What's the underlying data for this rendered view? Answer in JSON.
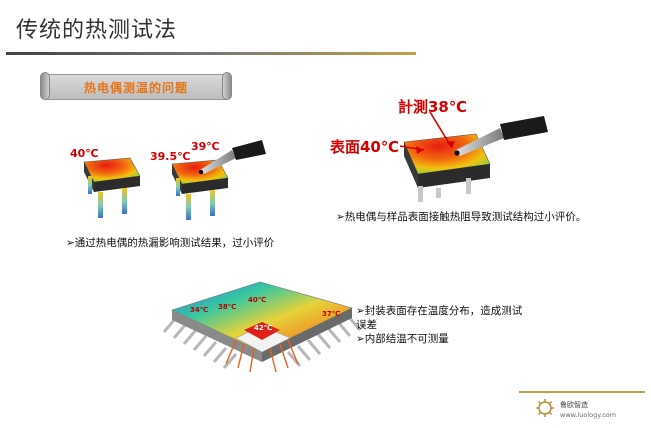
{
  "title": "传统的热测试法",
  "banner": "热电偶测温的问题",
  "left_figure": {
    "chip1_temp": "40℃",
    "chip2_temp1": "39.5℃",
    "chip2_temp2": "39℃"
  },
  "left_note": "➢通过热电偶的热漏影响测试结果，过小评价",
  "right_figure": {
    "measured": "計測38℃",
    "surface": "表面40℃"
  },
  "right_note": "➢热电偶与样品表面接触热阻导致测试结构过小评价。",
  "bottom_figure": {
    "t1": "34℃",
    "t2": "38℃",
    "t3": "40℃",
    "t4": "42℃",
    "t5": "37℃"
  },
  "bottom_notes": [
    "➢封装表面存在温度分布，造成测试",
    "误差",
    "➢内部结温不可测量"
  ],
  "logo": {
    "name": "鲁欧智造",
    "url": "www.luology.com"
  }
}
